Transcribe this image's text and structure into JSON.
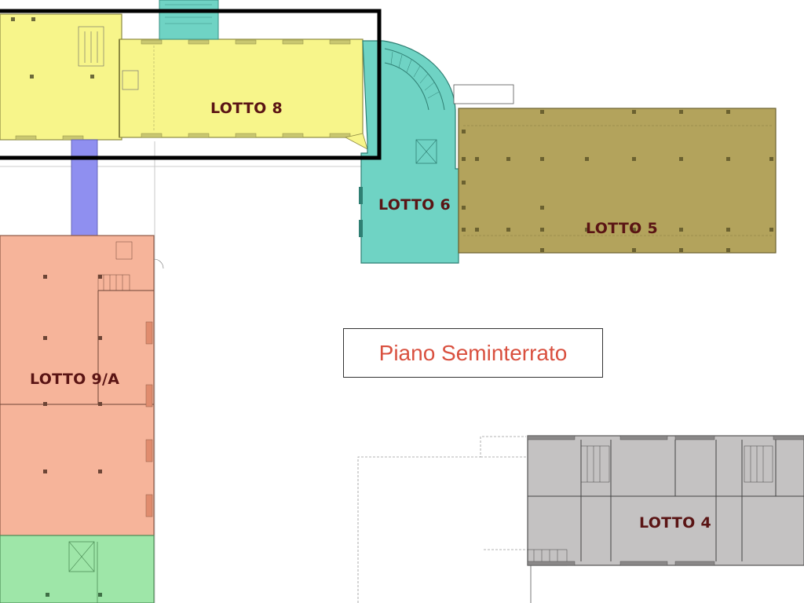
{
  "title": "Piano Seminterrato",
  "lots": {
    "lotto8": "LOTTO 8",
    "lotto6": "LOTTO 6",
    "lotto5": "LOTTO 5",
    "lotto9a": "LOTTO 9/A",
    "lotto4": "LOTTO 4"
  },
  "colors": {
    "lotto8": "#f7f58a",
    "lotto6": "#6fd3c4",
    "lotto5": "#b3a35c",
    "lotto9a": "#f6b49a",
    "lotto4": "#c4c2c2",
    "green_area": "#9ee6a8",
    "corridor": "#8f8ff0",
    "title_text": "#d9503f",
    "label_text": "#5a1414"
  }
}
